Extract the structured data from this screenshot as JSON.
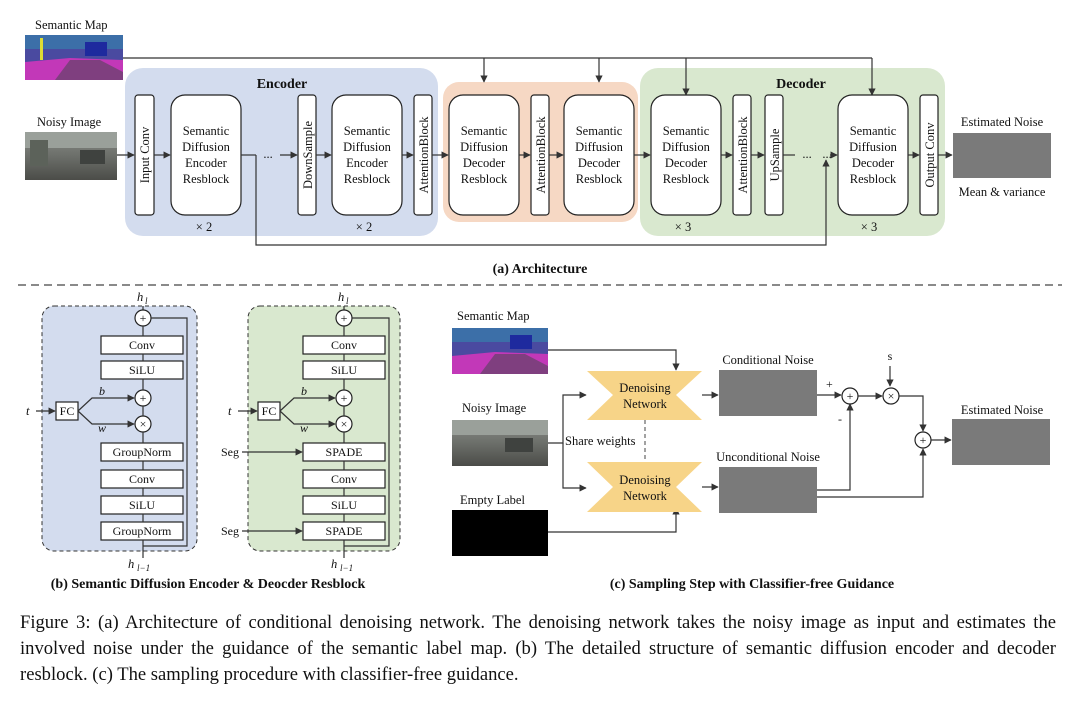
{
  "part_a": {
    "semantic_map_label": "Semantic Map",
    "noisy_image_label": "Noisy Image",
    "encoder_label": "Encoder",
    "decoder_label": "Decoder",
    "input_conv": "Input Conv",
    "enc_resblock": [
      "Semantic",
      "Diffusion",
      "Encoder",
      "Resblock"
    ],
    "dec_resblock": [
      "Semantic",
      "Diffusion",
      "Decoder",
      "Resblock"
    ],
    "dots": "...",
    "downsample": "DownSample",
    "upsample": "UpSample",
    "attention_block": "AttentionBlock",
    "output_conv": "Output Conv",
    "times2": "× 2",
    "times3": "× 3",
    "estimated_noise": "Estimated Noise",
    "mean_variance": "Mean & variance",
    "subtitle": "(a) Architecture"
  },
  "part_b": {
    "h_out": "h",
    "h_out_sub": "l",
    "h_in": "h",
    "h_in_sub": "l−1",
    "t": "t",
    "fc": "FC",
    "b": "b",
    "w": "w",
    "plus": "+",
    "times": "×",
    "conv": "Conv",
    "silu": "SiLU",
    "groupnorm": "GroupNorm",
    "spade": "SPADE",
    "seg": "Seg",
    "subtitle": "(b) Semantic Diffusion Encoder & Deocder Resblock"
  },
  "part_c": {
    "semantic_map_label": "Semantic Map",
    "noisy_image_label": "Noisy Image",
    "empty_label": "Empty Label",
    "denoising": "Denoising",
    "network": "Network",
    "share_weights": "Share weights",
    "conditional_noise": "Conditional Noise",
    "unconditional_noise": "Unconditional Noise",
    "estimated_noise": "Estimated Noise",
    "s": "s",
    "plus_sign": "+",
    "minus_sign": "-",
    "subtitle": "(c) Sampling Step with Classifier-free Guidance"
  },
  "caption": "Figure 3: (a) Architecture of conditional denoising network. The denoising network takes the noisy image as input and estimates the involved noise under the guidance of the semantic label map. (b) The detailed structure of semantic diffusion encoder and decoder resblock. (c) The sampling procedure with classifier-free guidance.",
  "colors": {
    "encoder_bg": "#d3dcee",
    "decoder_mid_bg": "#f6d8c4",
    "decoder_bg": "#d9e8cf",
    "denoiser_fill": "#f7d488",
    "empty_label_fill": "#000000"
  }
}
